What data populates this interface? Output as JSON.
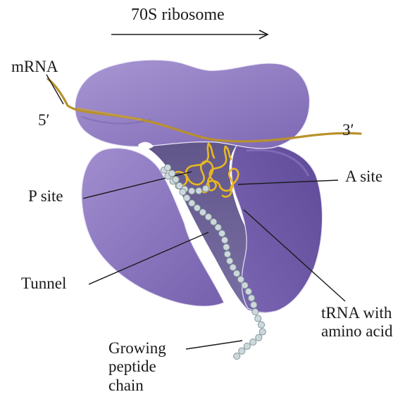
{
  "diagram": {
    "title": "70S ribosome",
    "labels": {
      "mrna": "mRNA",
      "five_prime": "5′",
      "three_prime": "3′",
      "a_site": "A site",
      "p_site": "P site",
      "tunnel": "Tunnel",
      "trna_line1": "tRNA with",
      "trna_line2": "amino acid",
      "peptide_line1": "Growing",
      "peptide_line2": "peptide",
      "peptide_line3": "chain"
    }
  },
  "colors": {
    "large_subunit": "#8a74bd",
    "large_subunit_dark": "#6a55a3",
    "small_subunit": "#9a86c8",
    "tunnel": "#6e6299",
    "mrna": "#b8912e",
    "trna": "#e8b820",
    "peptide_bead": "#cdd8dc",
    "leader_line": "#1a1a1a"
  }
}
